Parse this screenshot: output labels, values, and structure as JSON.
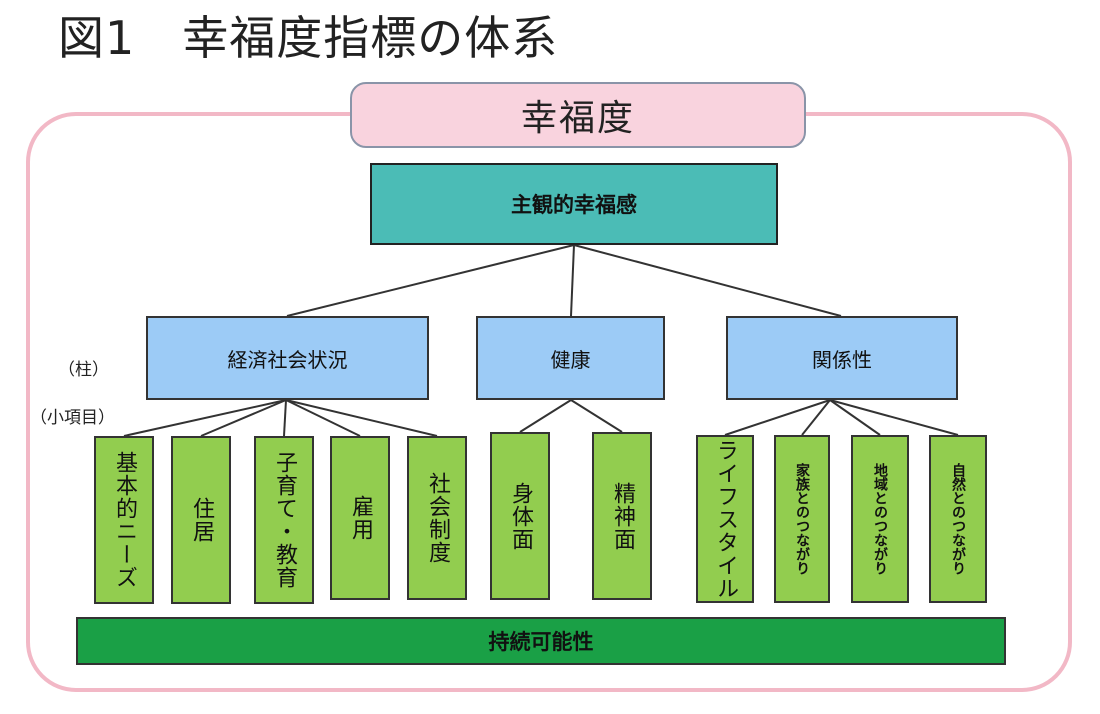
{
  "figure": {
    "title": "図1　幸福度指標の体系"
  },
  "root": {
    "label": "幸福度"
  },
  "subjective": {
    "label": "主観的幸福感"
  },
  "labels": {
    "pillar_level": "（柱）",
    "item_level": "（小項目）"
  },
  "pillars": [
    {
      "label": "経済社会状況"
    },
    {
      "label": "健康"
    },
    {
      "label": "関係性"
    }
  ],
  "items": [
    {
      "label": "基本的ニーズ",
      "pillar": "経済社会状況"
    },
    {
      "label": "住居",
      "pillar": "経済社会状況"
    },
    {
      "label": "子育て・教育",
      "pillar": "経済社会状況"
    },
    {
      "label": "雇用",
      "pillar": "経済社会状況"
    },
    {
      "label": "社会制度",
      "pillar": "経済社会状況"
    },
    {
      "label": "身体面",
      "pillar": "健康"
    },
    {
      "label": "精神面",
      "pillar": "健康"
    },
    {
      "label": "ライフスタイル",
      "pillar": "関係性"
    },
    {
      "label": "家族とのつながり",
      "pillar": "関係性"
    },
    {
      "label": "地域とのつながり",
      "pillar": "関係性"
    },
    {
      "label": "自然とのつながり",
      "pillar": "関係性"
    }
  ],
  "base": {
    "label": "持続可能性"
  },
  "colors": {
    "frame": "#f2b8c6",
    "root_fill": "#f9d3de",
    "subjective_fill": "#4bbcb6",
    "pillar_fill": "#9ccbf6",
    "item_fill": "#92cd4f",
    "base_fill": "#1aa046"
  }
}
